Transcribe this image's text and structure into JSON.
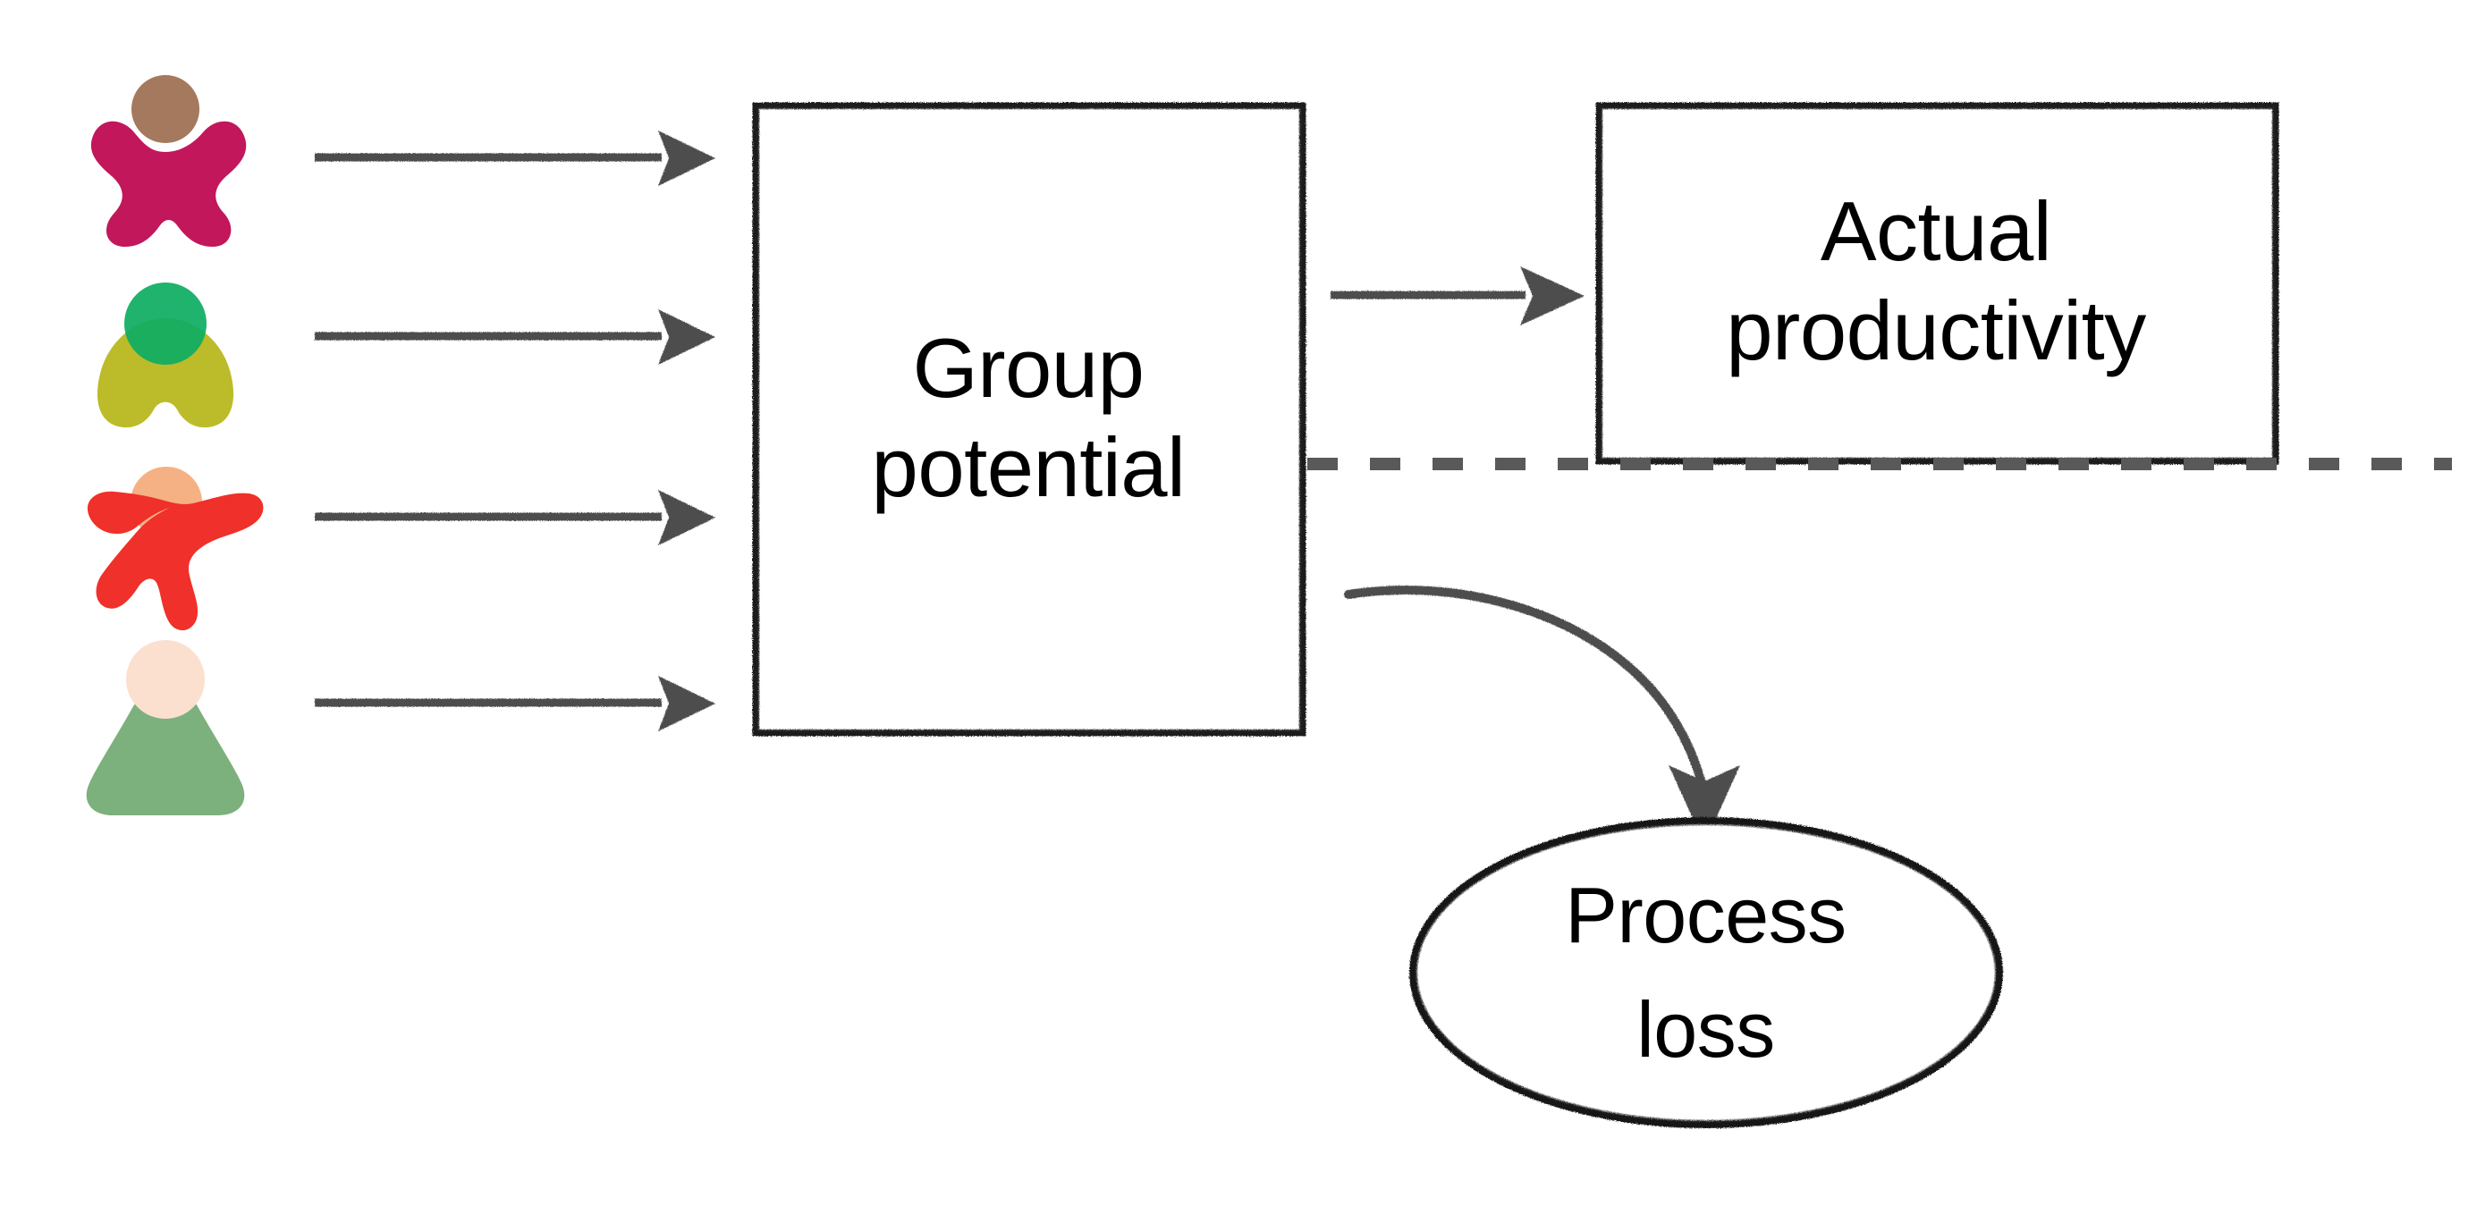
{
  "diagram": {
    "title": "Group potential, actual productivity and process loss",
    "background_color": "#ffffff",
    "nodes": [
      {
        "id": "group-potential",
        "shape": "rectangle",
        "line_1": "Group",
        "line_2": "potential",
        "text_color": "#000000",
        "stroke_color": "#1a1a1a",
        "fill_color": "#ffffff"
      },
      {
        "id": "actual-productivity",
        "shape": "rectangle",
        "line_1": "Actual",
        "line_2": "productivity",
        "text_color": "#000000",
        "stroke_color": "#1a1a1a",
        "fill_color": "#ffffff"
      },
      {
        "id": "process-loss",
        "shape": "ellipse",
        "line_1": "Process",
        "line_2": "loss",
        "text_color": "#000000",
        "stroke_color": "#141414",
        "fill_color": "#ffffff"
      }
    ],
    "people": [
      {
        "id": "person-1",
        "pose": "arms-up",
        "head_color": "#a5795d",
        "body_color": "#c2175b"
      },
      {
        "id": "person-2",
        "pose": "arms-down",
        "head_color": "#0ead62",
        "body_color": "#bcbb2a"
      },
      {
        "id": "person-3",
        "pose": "star",
        "head_color": "#f5b183",
        "body_color": "#f0302a"
      },
      {
        "id": "person-4",
        "pose": "triangle",
        "head_color": "#fbe0d0",
        "body_color": "#7cb07c"
      }
    ],
    "connectors": [
      {
        "id": "person-1-to-group",
        "style": "straight-arrow",
        "color": "#4d4d4d"
      },
      {
        "id": "person-2-to-group",
        "style": "straight-arrow",
        "color": "#4d4d4d"
      },
      {
        "id": "person-3-to-group",
        "style": "straight-arrow",
        "color": "#4d4d4d"
      },
      {
        "id": "person-4-to-group",
        "style": "straight-arrow",
        "color": "#4d4d4d"
      },
      {
        "id": "group-to-actual",
        "style": "straight-arrow",
        "color": "#4d4d4d"
      },
      {
        "id": "group-to-process-loss",
        "style": "curved-arrow",
        "color": "#4d4d4d"
      },
      {
        "id": "baseline",
        "style": "dashed-line",
        "color": "#595959"
      }
    ]
  }
}
